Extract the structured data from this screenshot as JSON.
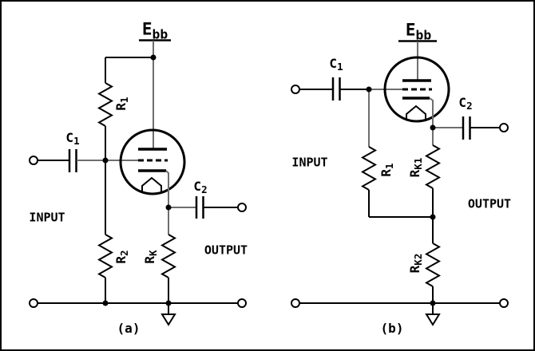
{
  "colors": {
    "ink": "#000000",
    "faint_wire": "#6e6e6e",
    "background": "#ffffff"
  },
  "circuit_a": {
    "supply_label": {
      "main": "E",
      "sub": "bb"
    },
    "input_coupling_cap": {
      "main": "C",
      "sub": "1"
    },
    "output_coupling_cap": {
      "main": "C",
      "sub": "2"
    },
    "grid_resistor_upper": {
      "main": "R",
      "sub": "1"
    },
    "grid_resistor_lower": {
      "main": "R",
      "sub": "2"
    },
    "cathode_resistor": {
      "main": "R",
      "sub": "K"
    },
    "input_label": "INPUT",
    "output_label": "OUTPUT",
    "caption": "(a)"
  },
  "circuit_b": {
    "supply_label": {
      "main": "E",
      "sub": "bb"
    },
    "input_coupling_cap": {
      "main": "C",
      "sub": "1"
    },
    "output_coupling_cap": {
      "main": "C",
      "sub": "2"
    },
    "grid_resistor": {
      "main": "R",
      "sub": "1"
    },
    "cathode_resistor_upper": {
      "main": "R",
      "sub": "K1"
    },
    "cathode_resistor_lower": {
      "main": "R",
      "sub": "K2"
    },
    "input_label": "INPUT",
    "output_label": "OUTPUT",
    "caption": "(b)"
  }
}
